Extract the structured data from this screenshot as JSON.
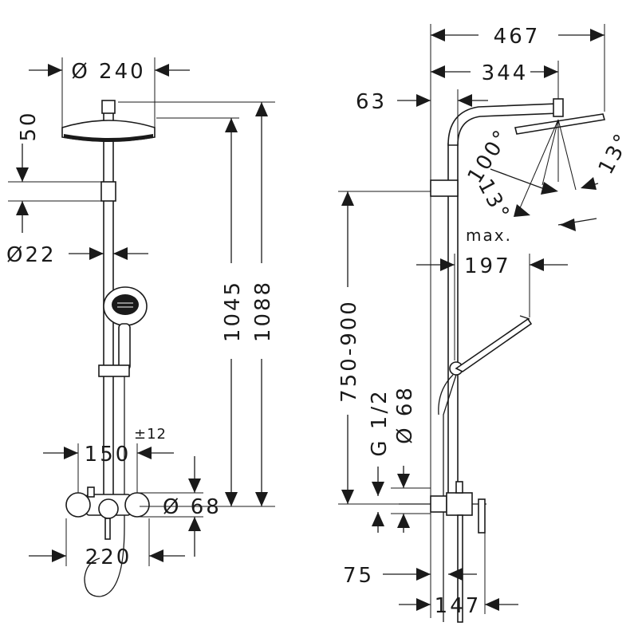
{
  "front_view": {
    "head_diameter": "Ø 240",
    "head_offset": "50",
    "pipe_diameter": "Ø22",
    "height_to_arm": "1045",
    "total_height": "1088",
    "mixer_centres": "150",
    "mixer_tolerance": "±12",
    "mixer_rosette": "Ø 68",
    "mixer_width": "220"
  },
  "side_view": {
    "total_projection": "467",
    "arm_projection": "344",
    "arm_offset": "63",
    "spray_angle": "100°",
    "tilt_angle_left": "13°",
    "tilt_angle_right": "13°",
    "tilt_max": "max.",
    "handshower_reach": "197",
    "adjustable_height": "750-900",
    "thread": "G 1/2",
    "rosette": "Ø 68",
    "wall_to_pipe": "75",
    "wall_to_mixer": "147"
  }
}
